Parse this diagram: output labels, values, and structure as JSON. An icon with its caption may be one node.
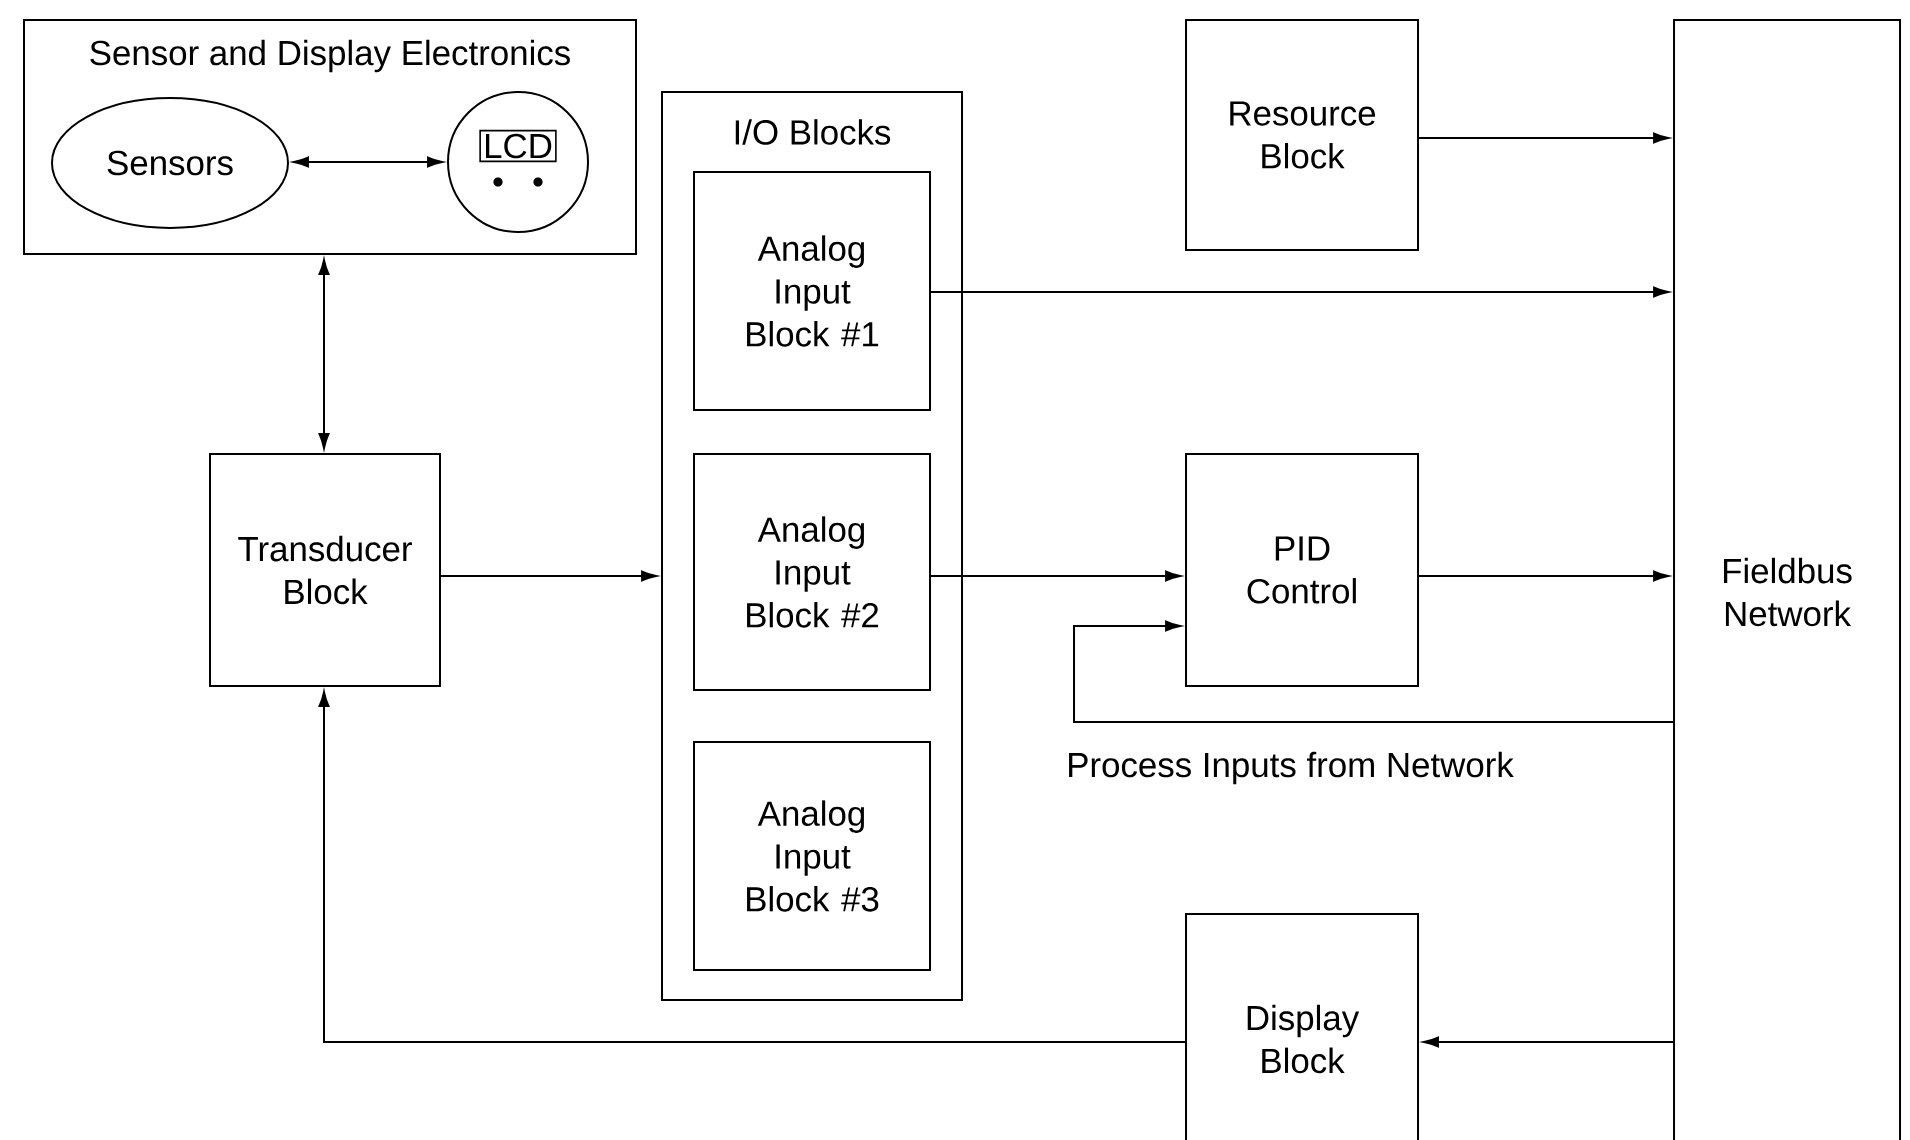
{
  "diagram": {
    "nodes": [
      {
        "text": [
          "Sensor and Display Electronics"
        ]
      },
      {
        "text": [
          "Sensors"
        ],
        "in": 0
      },
      {
        "text": [
          "LCD"
        ],
        "in": 0
      },
      {
        "text": [
          "Transducer Block"
        ]
      },
      {
        "text": [
          "I/O Blocks"
        ]
      },
      {
        "text": [
          "Analog Input Block #1"
        ],
        "in": 4
      },
      {
        "text": [
          "Analog Input Block #2"
        ],
        "in": 4
      },
      {
        "text": [
          "Analog Input Block #3"
        ],
        "in": 4
      },
      {
        "text": [
          "Resource Block"
        ]
      },
      {
        "text": [
          "PID Control"
        ]
      },
      {
        "text": [
          "Display Block"
        ]
      },
      {
        "text": [
          "Fieldbus Network"
        ]
      }
    ],
    "edges": [
      {
        "from": 1,
        "to": 2,
        "arrow": "both"
      },
      {
        "from": 0,
        "to": 3,
        "arrow": "both"
      },
      {
        "from": 3,
        "to": 4,
        "arrow": "to"
      },
      {
        "from": 8,
        "to": 11,
        "arrow": "to"
      },
      {
        "from": 5,
        "to": 11,
        "arrow": "to"
      },
      {
        "from": 6,
        "to": 9,
        "arrow": "to"
      },
      {
        "from": 9,
        "to": 11,
        "arrow": "to"
      },
      {
        "from": 11,
        "to": 9,
        "arrow": "to",
        "label": "Process Inputs from Network"
      },
      {
        "from": 11,
        "to": 10,
        "arrow": "to"
      },
      {
        "from": 10,
        "to": 3,
        "arrow": "to"
      }
    ]
  }
}
